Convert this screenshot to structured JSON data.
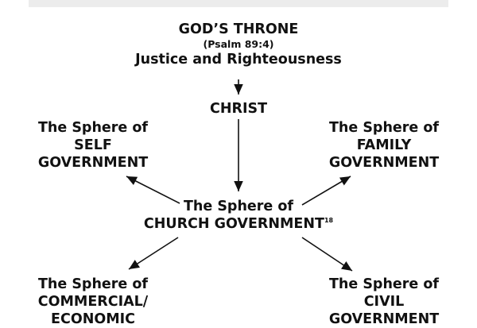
{
  "diagram": {
    "throne": {
      "title": "GOD’S THRONE",
      "reference": "(Psalm 89:4)",
      "subtitle": "Justice and Righteousness"
    },
    "christ": "CHRIST",
    "church": {
      "line1": "The Sphere of",
      "line2": "CHURCH GOVERNMENT",
      "footnote": "18"
    },
    "self": {
      "line1": "The Sphere of",
      "line2": "SELF",
      "line3": "GOVERNMENT"
    },
    "family": {
      "line1": "The Sphere of",
      "line2": "FAMILY",
      "line3": "GOVERNMENT"
    },
    "commercial": {
      "line1": "The Sphere of",
      "line2": "COMMERCIAL/",
      "line3": "ECONOMIC"
    },
    "civil": {
      "line1": "The Sphere of",
      "line2": "CIVIL",
      "line3": "GOVERNMENT"
    }
  },
  "colors": {
    "ink": "#111111",
    "header_band": "#ececec"
  }
}
